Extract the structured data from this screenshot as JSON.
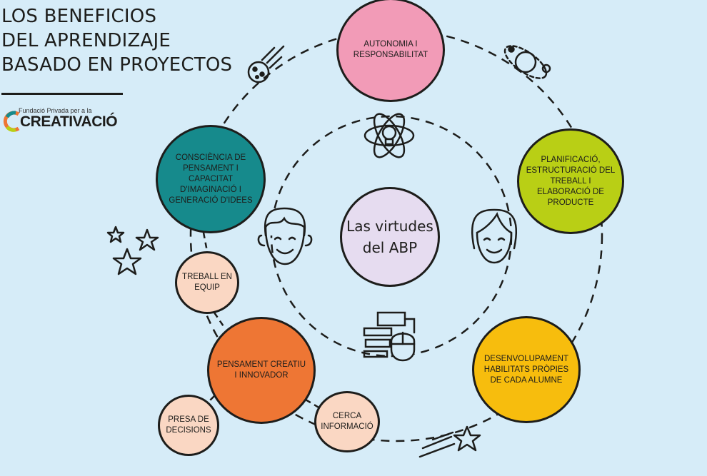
{
  "title": {
    "lines": [
      "LOS BENEFICIOS",
      "DEL APRENDIZAJE",
      "BASADO EN PROYECTOS"
    ]
  },
  "logo": {
    "small_text": "Fundació Privada per a la",
    "big_text": "CREATIVACIÓ"
  },
  "center": {
    "line1": "Las virtudes",
    "line2": "del ABP"
  },
  "nodes": {
    "autonomia": "AUTONOMIA I RESPONSABILITAT",
    "planificacio": "PLANIFICACIÓ, ESTRUCTURACIÓ DEL TREBALL I ELABORACIÓ DE PRODUCTE",
    "desenvolupament": "DESENVOLUPAMENT HABILITATS PRÒPIES DE CADA ALUMNE",
    "cerca": "CERCA INFORMACIÓ",
    "presa": "PRESA DE DECISIONS",
    "pensament_creatiu": "PENSAMENT CREATIU I INNOVADOR",
    "treball": "TREBALL EN EQUIP",
    "consciencia": "CONSCIÈNCIA DE PENSAMENT I CAPACITAT D'IMAGINACIÓ I GENERACIÓ D'IDEES"
  },
  "colors": {
    "background": "#d6ecf8",
    "autonomia": "#f29bb7",
    "planificacio": "#b9cf15",
    "desenvolupament": "#f7bd0d",
    "cerca": "#fad7c3",
    "presa": "#fad7c3",
    "pensament_creatiu": "#ee7634",
    "treball": "#fad7c3",
    "consciencia": "#168a8c",
    "center": "#e6dcf0"
  },
  "icons": [
    "comet-icon",
    "planet-icon",
    "atom-lightbulb-icon",
    "boy-face-icon",
    "girl-face-icon",
    "computer-mouse-icon",
    "stars-icon",
    "shooting-star-icon"
  ]
}
